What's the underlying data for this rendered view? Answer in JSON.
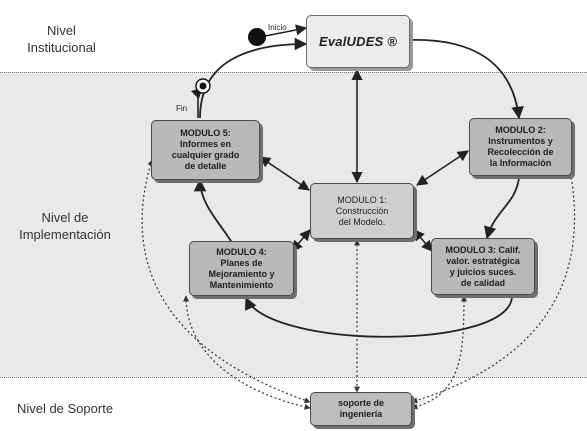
{
  "levels": {
    "institutional": "Nivel\nInstitucional",
    "implementation": "Nivel de\nImplementación",
    "support": "Nivel de Soporte"
  },
  "markers": {
    "start": "Inicio",
    "end": "Fin"
  },
  "boxes": {
    "evaludes": "EvalUDES ®",
    "modulo1": "MODULO 1:\nConstrucción\ndel Modelo.",
    "modulo2": "MODULO 2:\nInstrumentos y\nRecolección de\nla Información",
    "modulo3": "MODULO 3: Calif.\nvalor. estratégica\ny juicios suces.\nde calidad",
    "modulo4": "MODULO 4:\nPlanes de\nMejoramiento y\nMantenimiento",
    "modulo5": "MODULO 5:\nInformes en\ncualquier grado\nde detalle",
    "soporte": "soporte de\ningeniería"
  },
  "colors": {
    "band_background": "#e9e9e9",
    "module_fill": "#b9b9b9",
    "line": "#222222"
  }
}
